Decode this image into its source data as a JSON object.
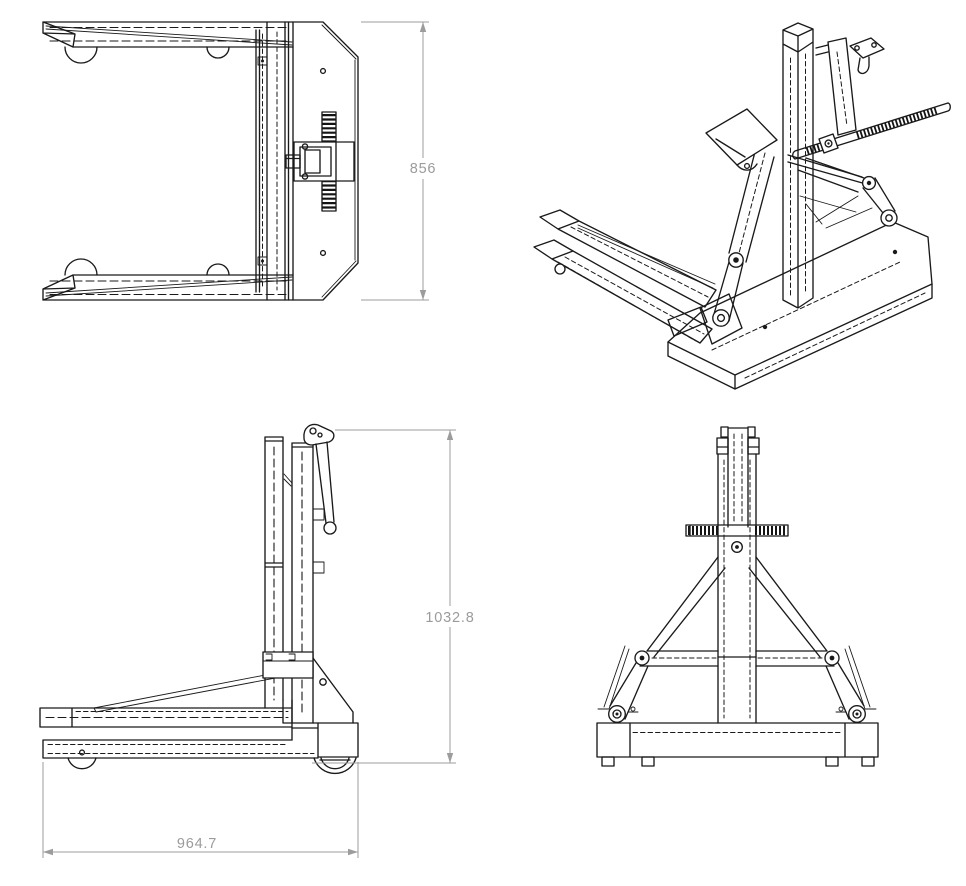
{
  "drawing": {
    "background": "#ffffff",
    "line_color": "#1a1a1a",
    "hidden_line_style": "dashed",
    "dimension_color": "#9b9b9b",
    "views": {
      "top": {
        "dimensions": {
          "height": "856"
        }
      },
      "isometric": {
        "dimensions": {}
      },
      "side": {
        "dimensions": {
          "height": "1032.8",
          "length": "964.7"
        }
      },
      "front": {
        "dimensions": {}
      }
    }
  }
}
